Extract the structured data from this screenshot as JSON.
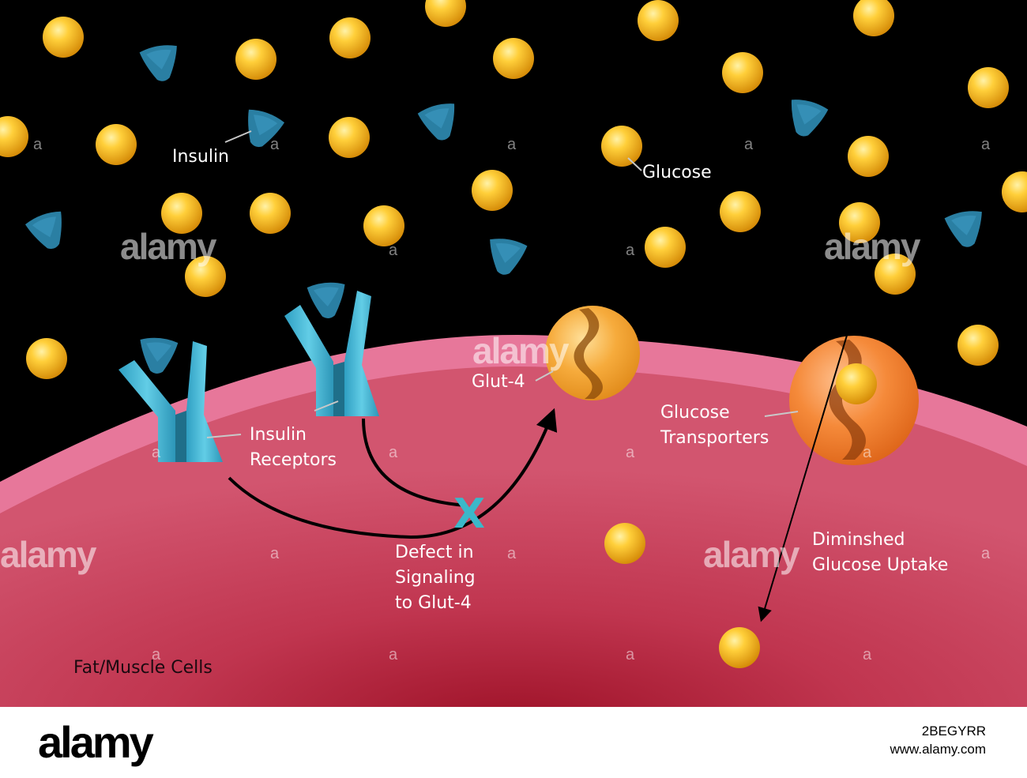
{
  "labels": {
    "insulin": "Insulin",
    "glucose": "Glucose",
    "glut4": "Glut-4",
    "glucose_transporters": "Glucose\nTransporters",
    "insulin_receptors": "Insulin\nReceptors",
    "defect": "Defect in\nSignaling\nto Glut-4",
    "diminished": "Diminshed\nGlucose Uptake",
    "cells": "Fat/Muscle Cells",
    "defect_mark": "X"
  },
  "watermark": {
    "brand": "alamy",
    "mark": "a",
    "image_id": "2BEGYRR",
    "site": "www.alamy.com"
  },
  "colors": {
    "background": "#000000",
    "cell_membrane": "#e36b8f",
    "cell_inner": "#c9405e",
    "cell_deep": "#9e1228",
    "glucose": "#f5b21c",
    "insulin": "#2a7fa3",
    "receptor": "#3fb7d6",
    "glut4": "#f3a333",
    "transporter": "#f0812f",
    "defect_x": "#3bb8c9"
  }
}
